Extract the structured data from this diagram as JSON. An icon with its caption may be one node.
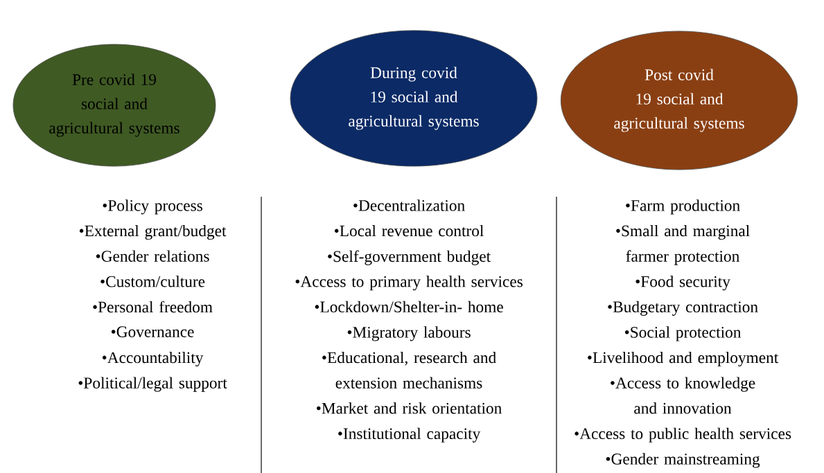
{
  "diagram": {
    "nodes": [
      {
        "text": [
          "Pre covid 19 social and agricultural systems"
        ]
      },
      {
        "text": [
          "During covid 19 social and agricultural systems"
        ]
      },
      {
        "text": [
          "Post covid 19 social and agricultural systems"
        ]
      }
    ],
    "labels": [
      "•Policy process",
      "•External grant/budget",
      "•Gender relations",
      "•Custom/culture",
      "•Personal freedom",
      "•Governance",
      "•Accountability",
      "•Political/legal support",
      "•Decentralization",
      "•Local revenue control",
      "•Self-government budget",
      "•Access to primary health services",
      "•Lockdown/Shelter-in- home",
      "•Migratory labours",
      "•Educational, research and extension mechanisms",
      "•Market and risk orientation",
      "•Institutional capacity",
      "•Farm production",
      "•Small and marginal farmer protection",
      "•Food security",
      "•Budgetary contraction",
      "•Social protection",
      "•Livelihood and employment",
      "•Access to knowledge and innovation",
      "•Access to public health services",
      "•Gender mainstreaming"
    ]
  }
}
